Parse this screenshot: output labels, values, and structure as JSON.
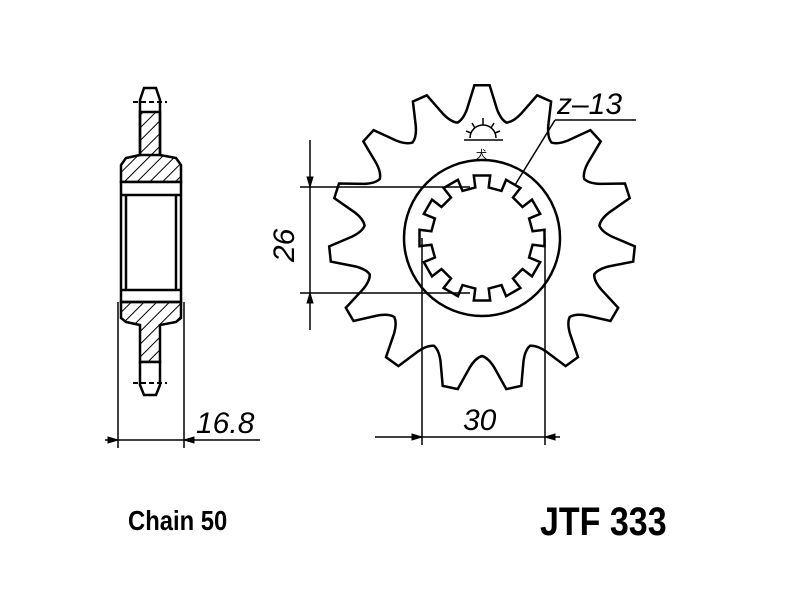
{
  "drawing": {
    "teeth_label": "z–13",
    "teeth_count": 13,
    "width_dim": "16.8",
    "bore_dim": "26",
    "spline_dim": "30",
    "logo_text": "犬"
  },
  "footer": {
    "chain": "Chain 50",
    "part_number": "JTF 333"
  }
}
